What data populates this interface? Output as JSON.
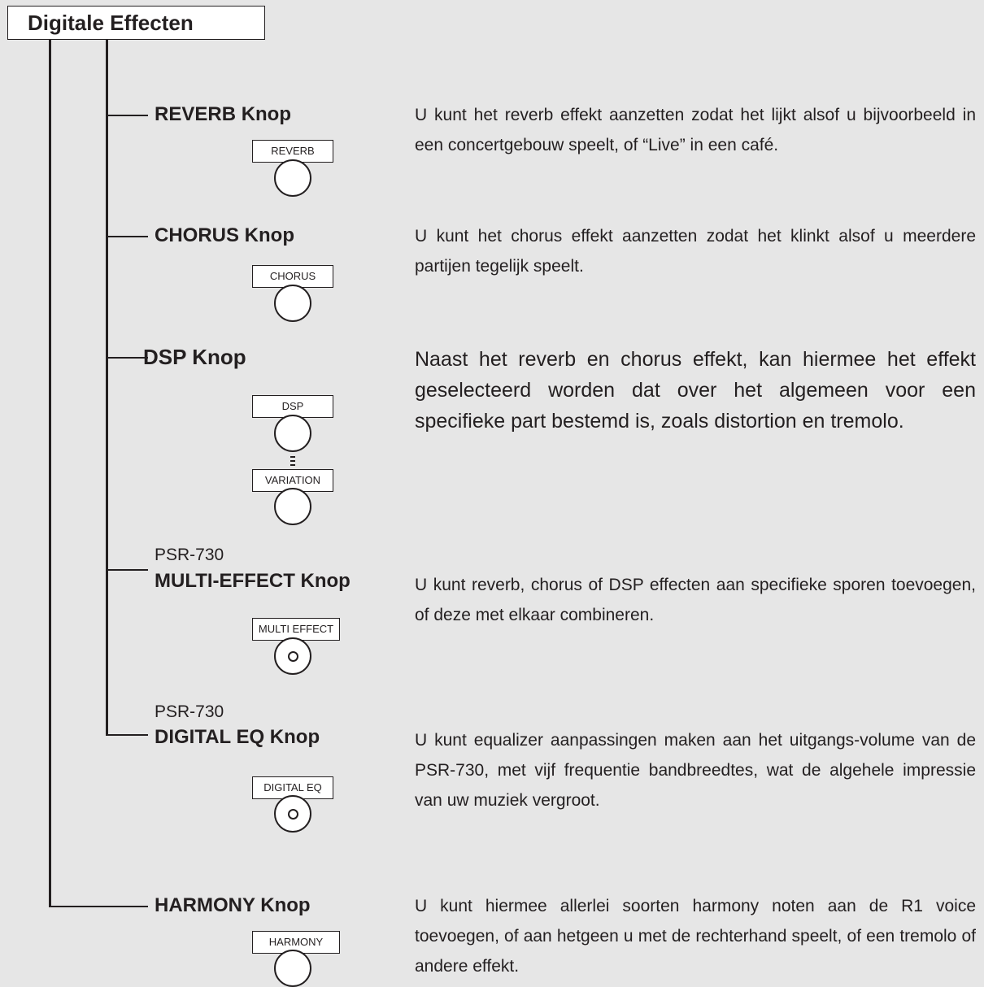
{
  "title": "Digitale Effecten",
  "sections": [
    {
      "heading": "REVERB Knop",
      "button_label": "REVERB",
      "description": "U kunt het reverb effekt aanzetten zodat het lijkt alsof u bijvoorbeeld in een concertgebouw speelt, of “Live” in een café."
    },
    {
      "heading": "CHORUS Knop",
      "button_label": "CHORUS",
      "description": "U kunt het chorus effekt aanzetten zodat het klinkt alsof u meerdere partijen tegelijk speelt."
    },
    {
      "heading": "DSP Knop",
      "button_label": "DSP",
      "button_label_2": "VARIATION",
      "description": "Naast het reverb en chorus effekt, kan hiermee het effekt geselecteerd worden dat over het algemeen voor een specifieke part bestemd is, zoals distortion en tremolo."
    },
    {
      "model": "PSR-730",
      "heading": "MULTI-EFFECT Knop",
      "button_label": "MULTI EFFECT",
      "description": "U kunt reverb, chorus of DSP effecten aan specifieke sporen toevoegen, of deze met elkaar combineren."
    },
    {
      "model": "PSR-730",
      "heading": "DIGITAL EQ Knop",
      "button_label": "DIGITAL EQ",
      "description": "U kunt equalizer aanpassingen maken aan het uitgangs-volume van de PSR-730, met vijf frequentie bandbreedtes, wat de algehele impressie van uw muziek vergroot."
    },
    {
      "heading": "HARMONY Knop",
      "button_label": "HARMONY",
      "description": "U kunt hiermee allerlei soorten harmony noten aan de R1 voice toevoegen, of aan hetgeen u met de rechterhand speelt, of een tremolo of andere effekt."
    }
  ]
}
